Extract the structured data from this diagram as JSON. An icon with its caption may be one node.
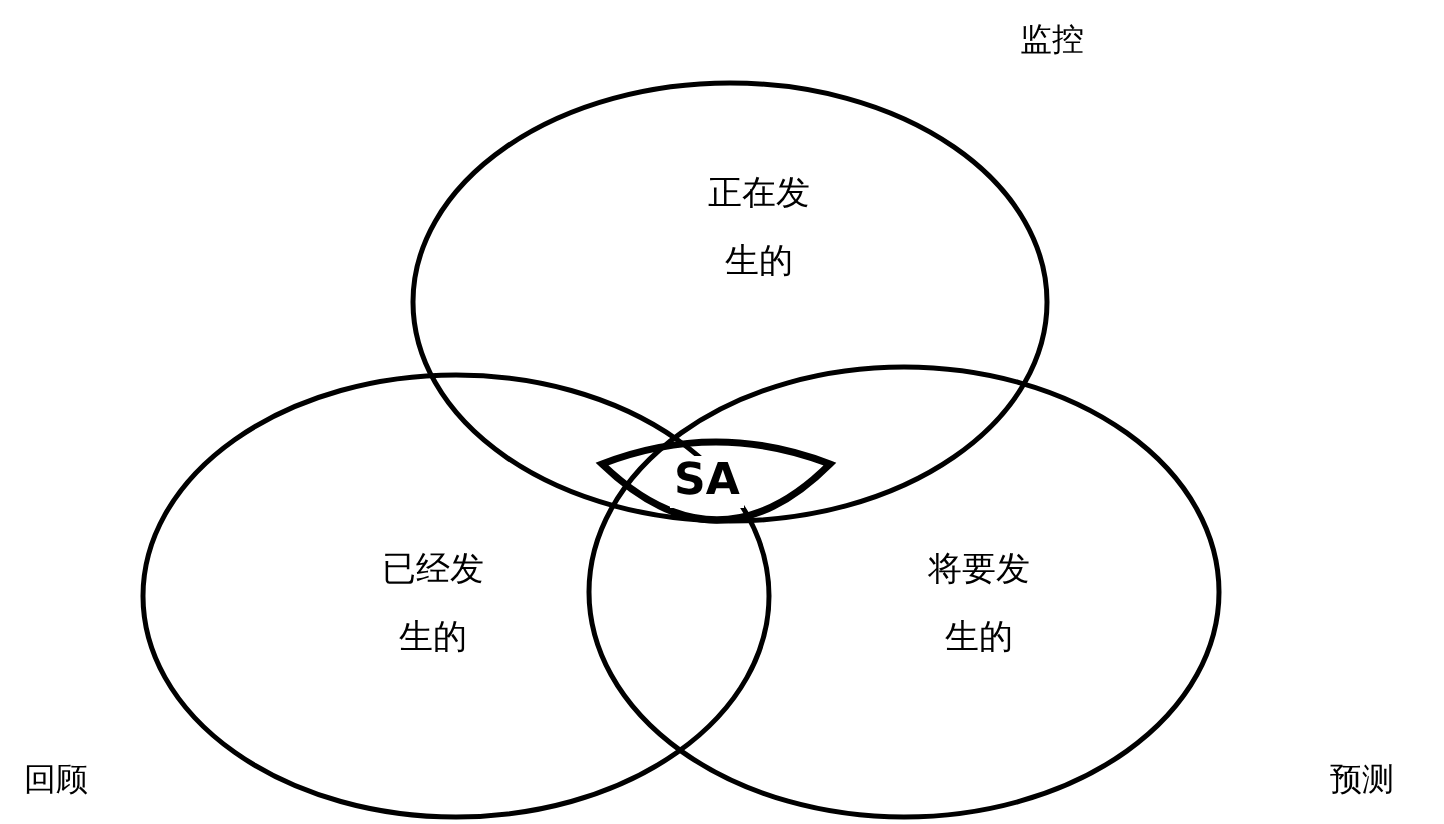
{
  "diagram": {
    "nodes": [
      {
        "text": [
          "正在发生的"
        ]
      },
      {
        "text": [
          "已经发生的"
        ]
      },
      {
        "text": [
          "将要发生的"
        ]
      },
      {
        "text": [
          "SA"
        ]
      }
    ],
    "labels": [
      "监控",
      "回顾",
      "预测"
    ]
  }
}
